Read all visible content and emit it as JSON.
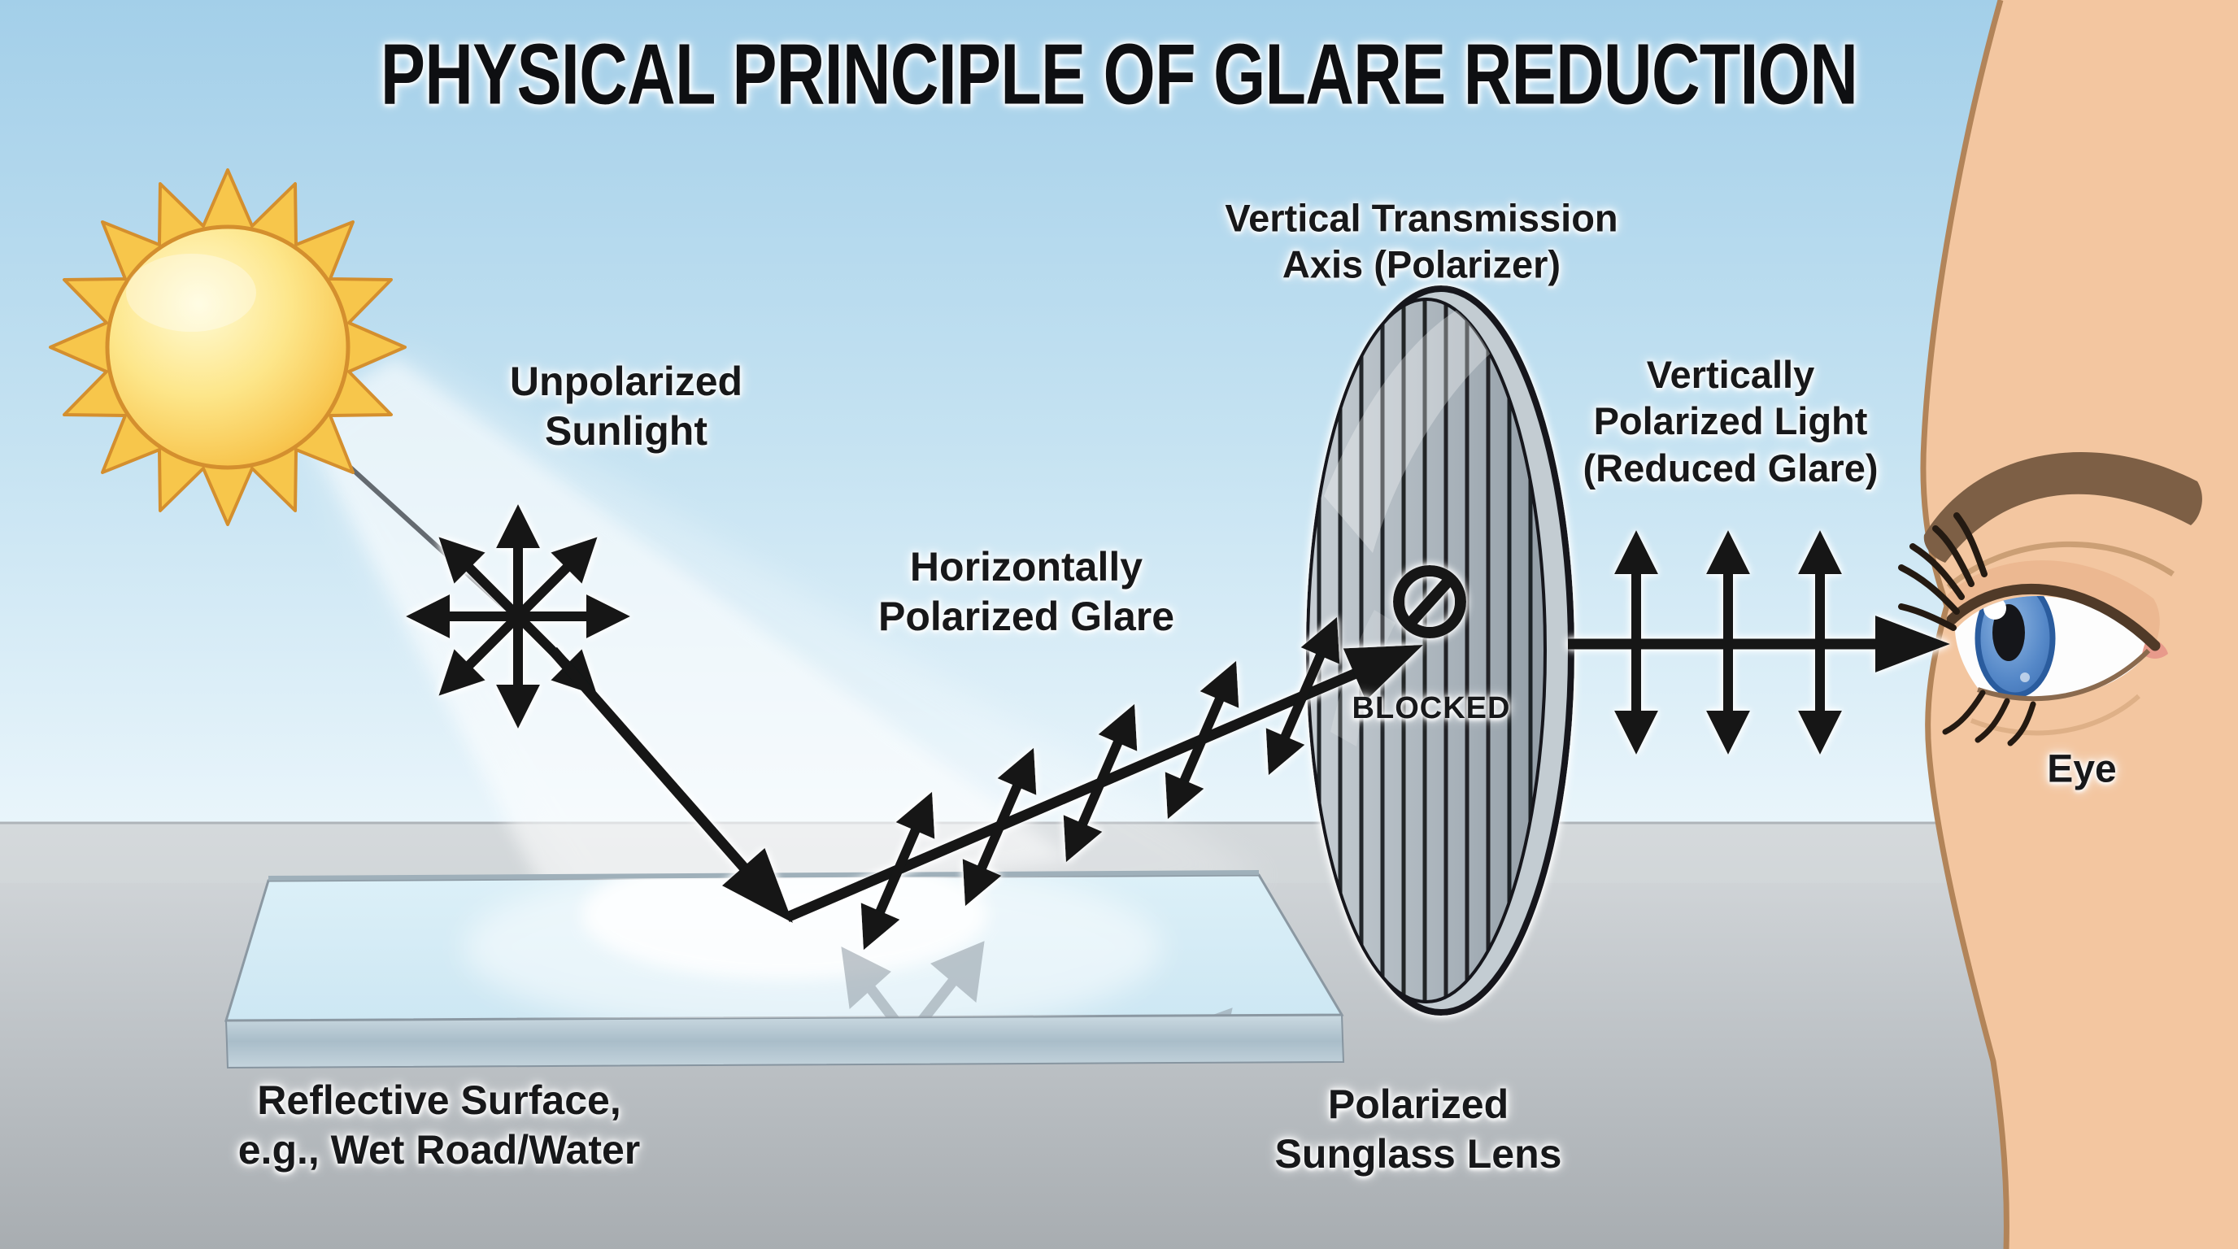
{
  "title": "PHYSICAL PRINCIPLE OF GLARE REDUCTION",
  "labels": {
    "unpolarized_sunlight": {
      "line1": "Unpolarized",
      "line2": "Sunlight"
    },
    "horizontally_polarized_glare": {
      "line1": "Horizontally",
      "line2": "Polarized Glare"
    },
    "vertical_transmission_axis": {
      "line1": "Vertical Transmission",
      "line2": "Axis (Polarizer)"
    },
    "vertically_polarized_light": {
      "line1": "Vertically",
      "line2": "Polarized Light",
      "line3": "(Reduced Glare)"
    },
    "blocked": "BLOCKED",
    "eye": "Eye",
    "reflective_surface": {
      "line1": "Reflective Surface,",
      "line2": "e.g., Wet Road/Water"
    },
    "polarized_sunglass_lens": {
      "line1": "Polarized",
      "line2": "Sunglass Lens"
    }
  },
  "icons": {
    "sun": "sun-icon",
    "unpolarized_starburst": "starburst-arrows-icon",
    "no_entry": "no-entry-icon",
    "eye": "eye-icon"
  },
  "colors": {
    "sky_top": "#a3cfe9",
    "sky_horizon": "#e9f5fb",
    "ground_gray": "#b3b8bc",
    "sun_yellow": "#f8c64f",
    "sun_outline": "#d48f2e",
    "arrow_black": "#121417",
    "lens_gray": "#a6b0b8",
    "surface_blue": "#d9eef7",
    "skin": "#f3c6a0",
    "eyebrow_brown": "#7d5f45",
    "iris_blue": "#4a7fc1"
  }
}
